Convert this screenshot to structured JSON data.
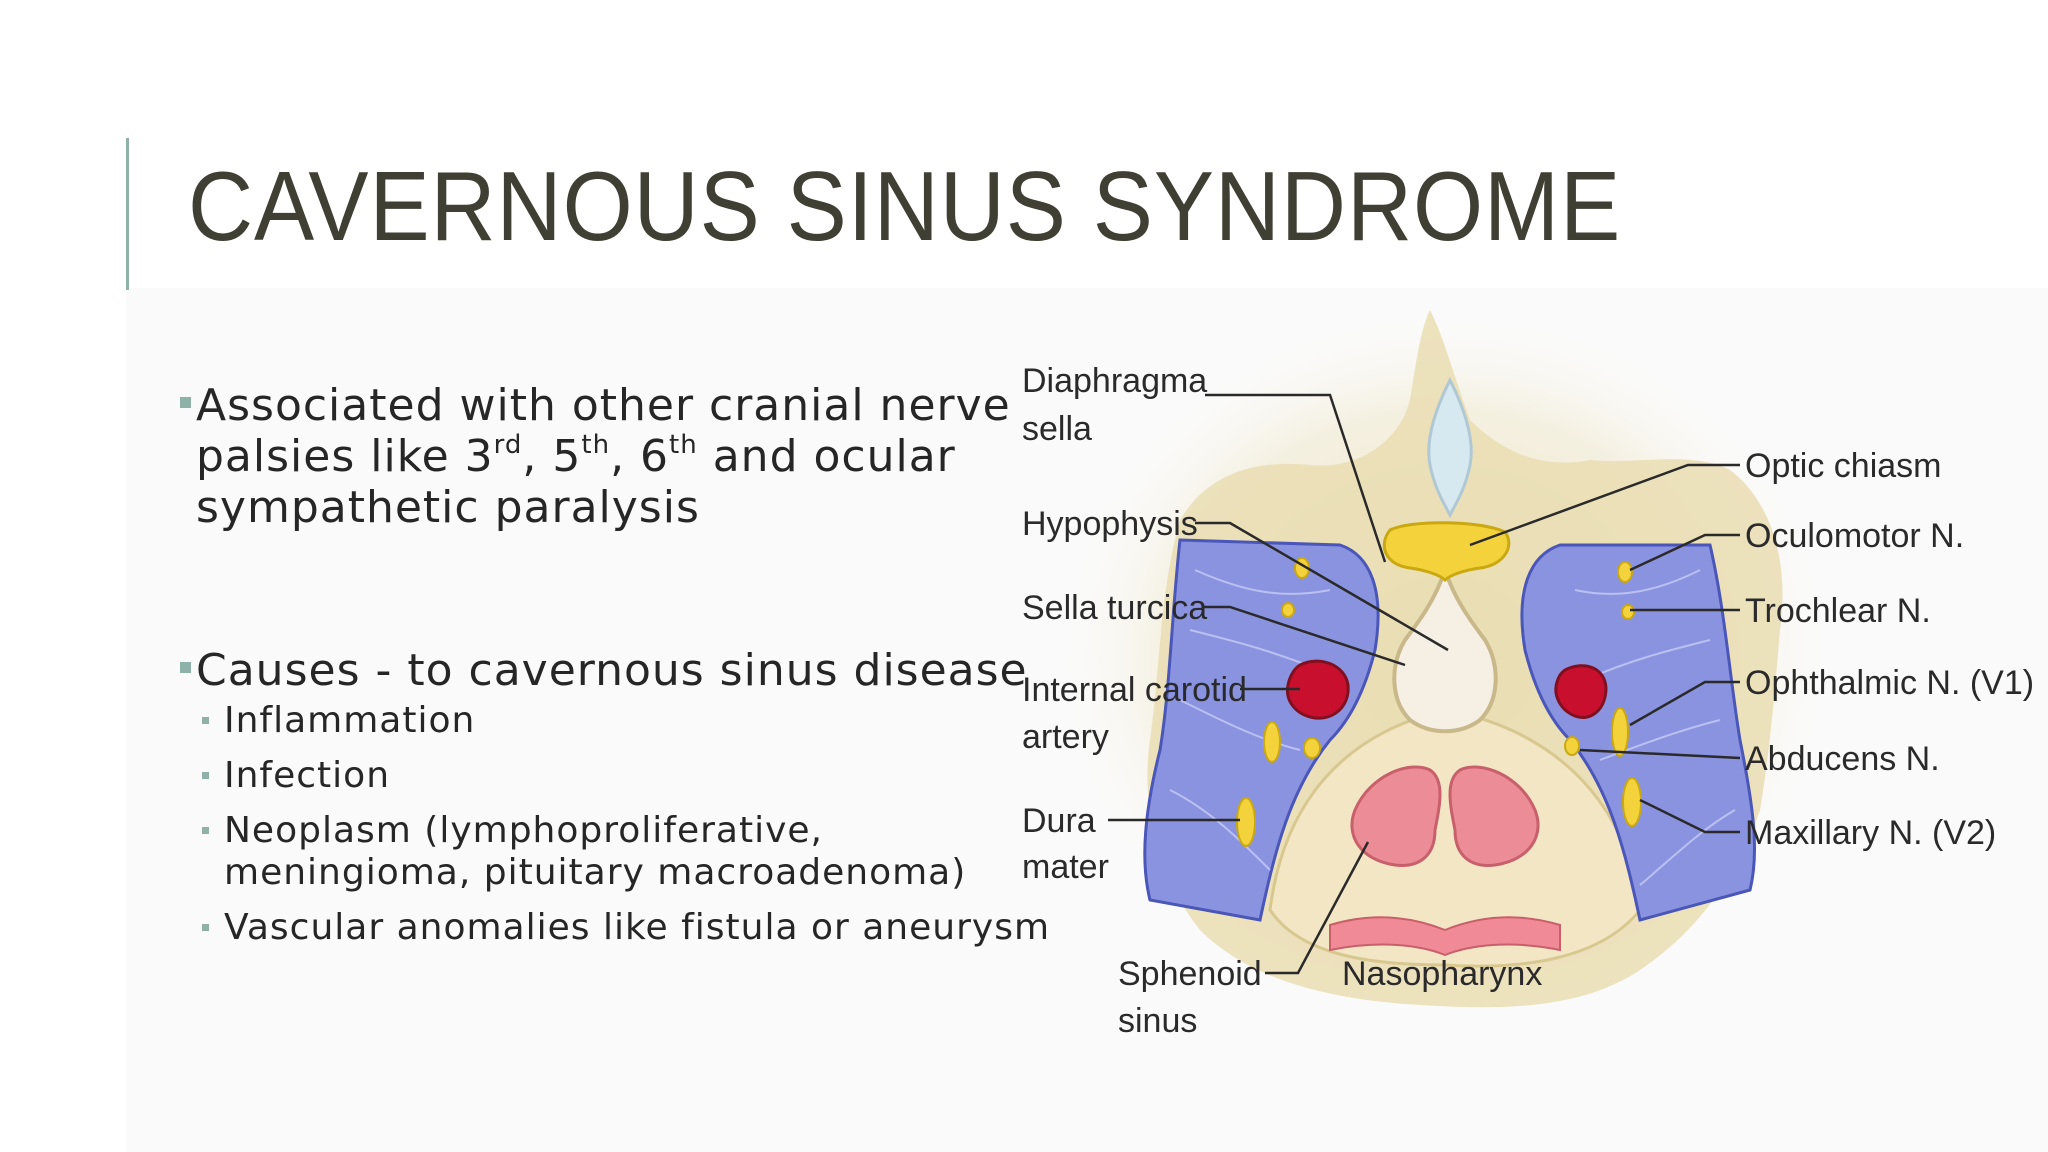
{
  "slide": {
    "title": "CAVERNOUS SINUS SYNDROME",
    "bullets": [
      {
        "line1": "Associated with other cranial nerve",
        "line2_pre": "palsies like 3",
        "sup1": "rd",
        "sep1": ", 5",
        "sup2": "th",
        "sep2": ", 6",
        "sup3": "th",
        "line2_post": " and ocular",
        "line3": "sympathetic paralysis"
      },
      {
        "text": "Causes - to cavernous sinus disease",
        "sub": [
          {
            "line1": "Inflammation"
          },
          {
            "line1": "Infection"
          },
          {
            "line1": "Neoplasm (lymphoproliferative,",
            "line2": "meningioma, pituitary macroadenoma)"
          },
          {
            "line1": "Vascular anomalies like fistula or aneurysm"
          }
        ]
      }
    ]
  },
  "diagram": {
    "labels": {
      "diaphragma_1": "Diaphragma",
      "diaphragma_2": "sella",
      "hypophysis": "Hypophysis",
      "sella_turcica": "Sella turcica",
      "internal_carotid_1": "Internal carotid",
      "internal_carotid_2": "artery",
      "dura_1": "Dura",
      "dura_2": "mater",
      "sphenoid_1": "Sphenoid",
      "sphenoid_2": "sinus",
      "nasopharynx": "Nasopharynx",
      "optic_chiasm": "Optic chiasm",
      "oculomotor": "Oculomotor N.",
      "trochlear": "Trochlear N.",
      "ophthalmic": "Ophthalmic N. (V1)",
      "abducens": "Abducens N.",
      "maxillary": "Maxillary N. (V2)"
    },
    "colors": {
      "dura_blue": "#8a93e0",
      "bone_tan": "#e8dcb0",
      "nerve_yellow": "#f4d23c",
      "artery_red": "#c8102e",
      "mucosa_pink": "#ec8c96",
      "csf_blue": "#d6e8f0"
    }
  }
}
